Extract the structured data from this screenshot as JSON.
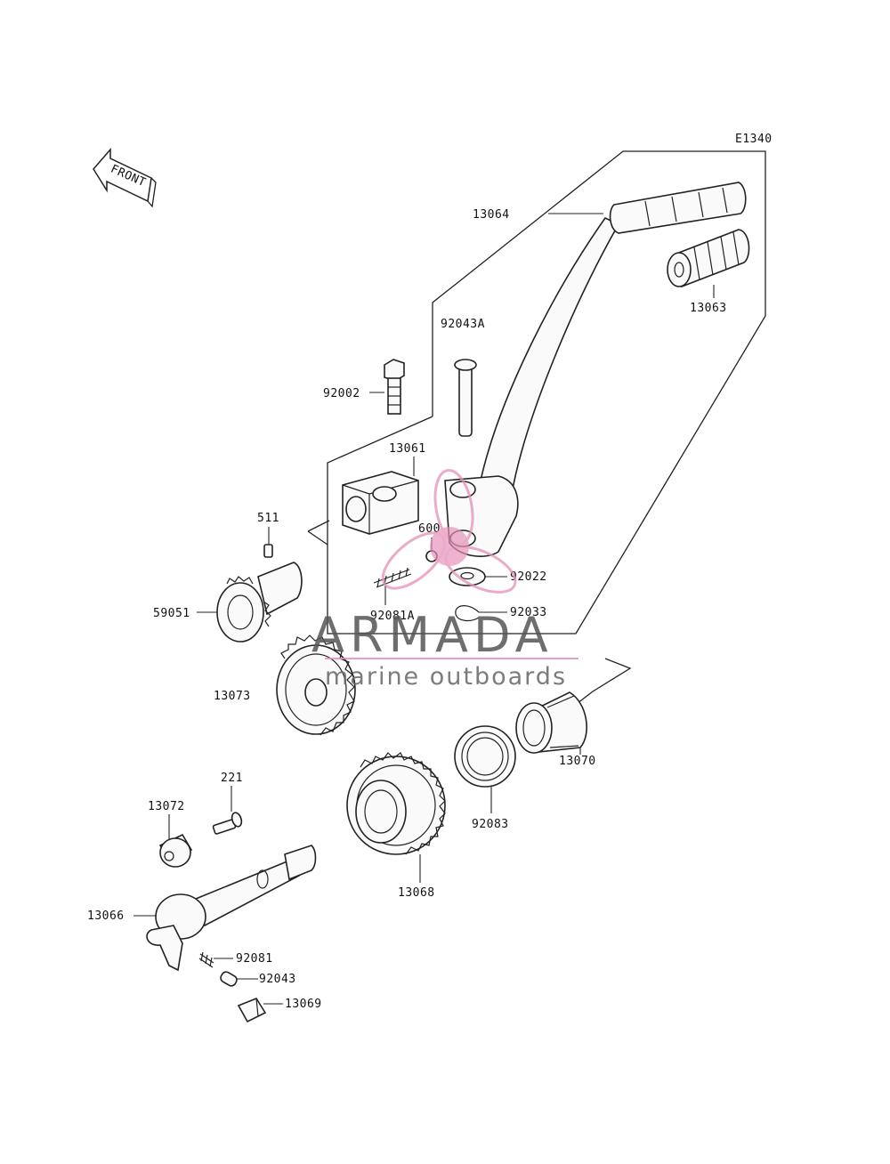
{
  "diagram": {
    "code": "E1340",
    "front_label": "FRONT",
    "labels": {
      "p13064": "13064",
      "p13063": "13063",
      "p92043A": "92043A",
      "p92002": "92002",
      "p13061": "13061",
      "p511": "511",
      "p600": "600",
      "p92022": "92022",
      "p59051": "59051",
      "p92081A": "92081A",
      "p92033": "92033",
      "p13073": "13073",
      "p13070": "13070",
      "p221": "221",
      "p13072": "13072",
      "p92083": "92083",
      "p13068": "13068",
      "p13066": "13066",
      "p92081": "92081",
      "p92043": "92043",
      "p13069": "13069"
    }
  },
  "watermark": {
    "title": "ARMADA",
    "subtitle": "marine outboards",
    "accent_color": "#e68fb8",
    "text_color": "#555555"
  }
}
